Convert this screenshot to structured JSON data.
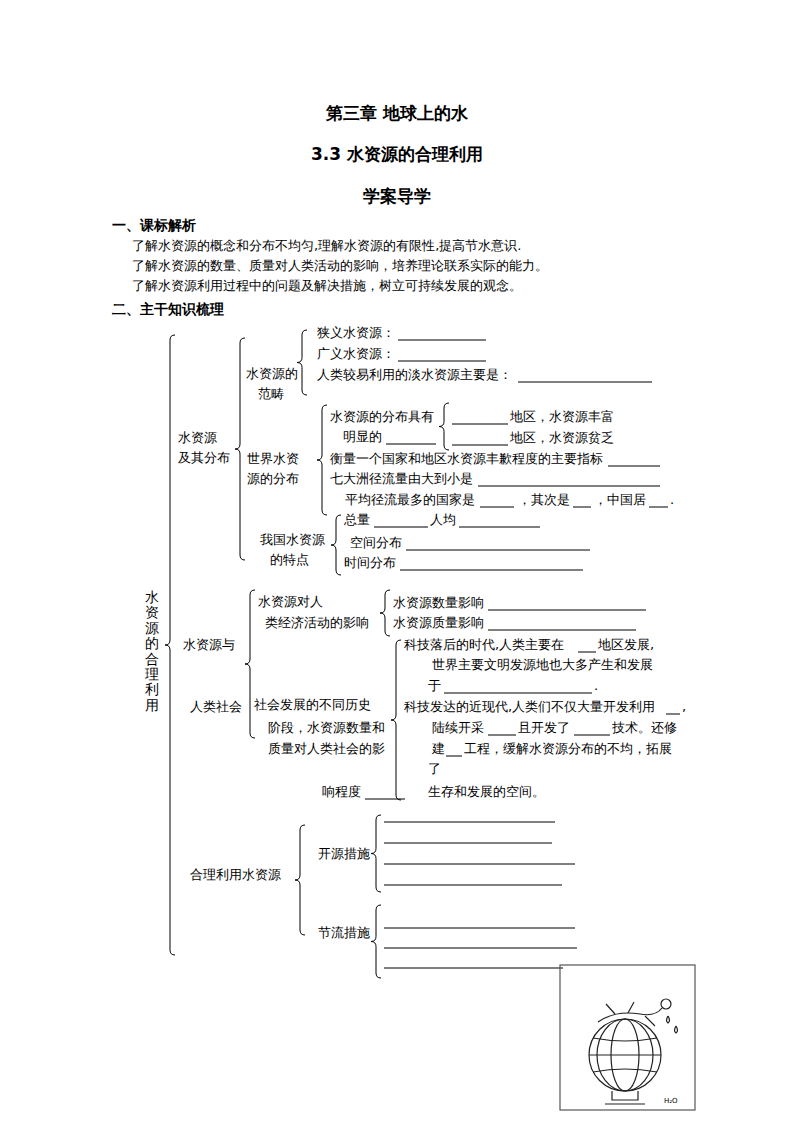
{
  "diagram": {
    "title": "第三章 地球上的水",
    "labels": [
      "3.3 水资源的合理利用",
      "学案导学",
      "一、课标解析",
      "了解水资源的概念和分布不均匀,理解水资源的有限性,提高节水意识.",
      "了解水资源的数量、质量对人类活动的影响，培养理论联系实际的能力。",
      "了解水资源利用过程中的问题及解决措施，树立可持续发展的观念。",
      "二、主干知识梳理",
      "水资源的合理利用",
      "水资源",
      "及其分布",
      "水资源的",
      "范畴",
      "狭义水资源：",
      "广义水资源：",
      "人类较易利用的淡水资源主要是：",
      "世界水资",
      "源的分布",
      "水资源的分布具有",
      "明显的",
      "地区，水资源丰富",
      "地区，水资源贫乏",
      "衡量一个国家和地区水资源丰歉程度的主要指标",
      "七大洲径流量由大到小是",
      "平均径流最多的国家是",
      "，其次是",
      "，中国居",
      ".",
      "我国水资源",
      "的特点",
      "总量",
      "人均",
      "空间分布",
      "时间分布",
      "水资源与",
      "人类社会",
      "水资源对人",
      "类经济活动的影响",
      "水资源数量影响",
      "水资源质量影响",
      "社会发展的不同历史",
      "阶段，水资源数量和",
      "质量对人类社会的影",
      "响程度",
      "科技落后的时代,人类主要在",
      "地区发展,",
      "世界主要文明发源地也大多产生和发展",
      "于",
      ".",
      "科技发达的近现代,人类们不仅大量开发利用",
      ",",
      "陆续开采",
      "且开发了",
      "技术。还修",
      "建",
      "工程，缓解水资源分布的不均，拓展",
      "了",
      "生存和发展的空间。",
      "合理利用水资源",
      "开源措施",
      "节流措施",
      "H₂O"
    ]
  }
}
